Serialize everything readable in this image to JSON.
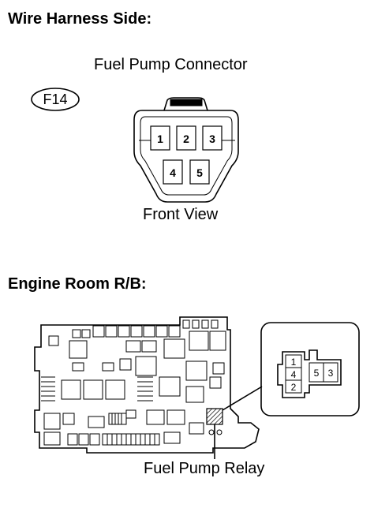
{
  "sections": {
    "wire_harness_heading": "Wire Harness Side:",
    "engine_room_heading": "Engine Room R/B:"
  },
  "fuel_pump_connector": {
    "title": "Fuel Pump Connector",
    "code": "F14",
    "view_label": "Front View",
    "pins": [
      "1",
      "2",
      "3",
      "4",
      "5"
    ]
  },
  "relay_block": {
    "label": "Fuel Pump Relay",
    "terminals": [
      "1",
      "4",
      "2",
      "5",
      "3"
    ]
  }
}
